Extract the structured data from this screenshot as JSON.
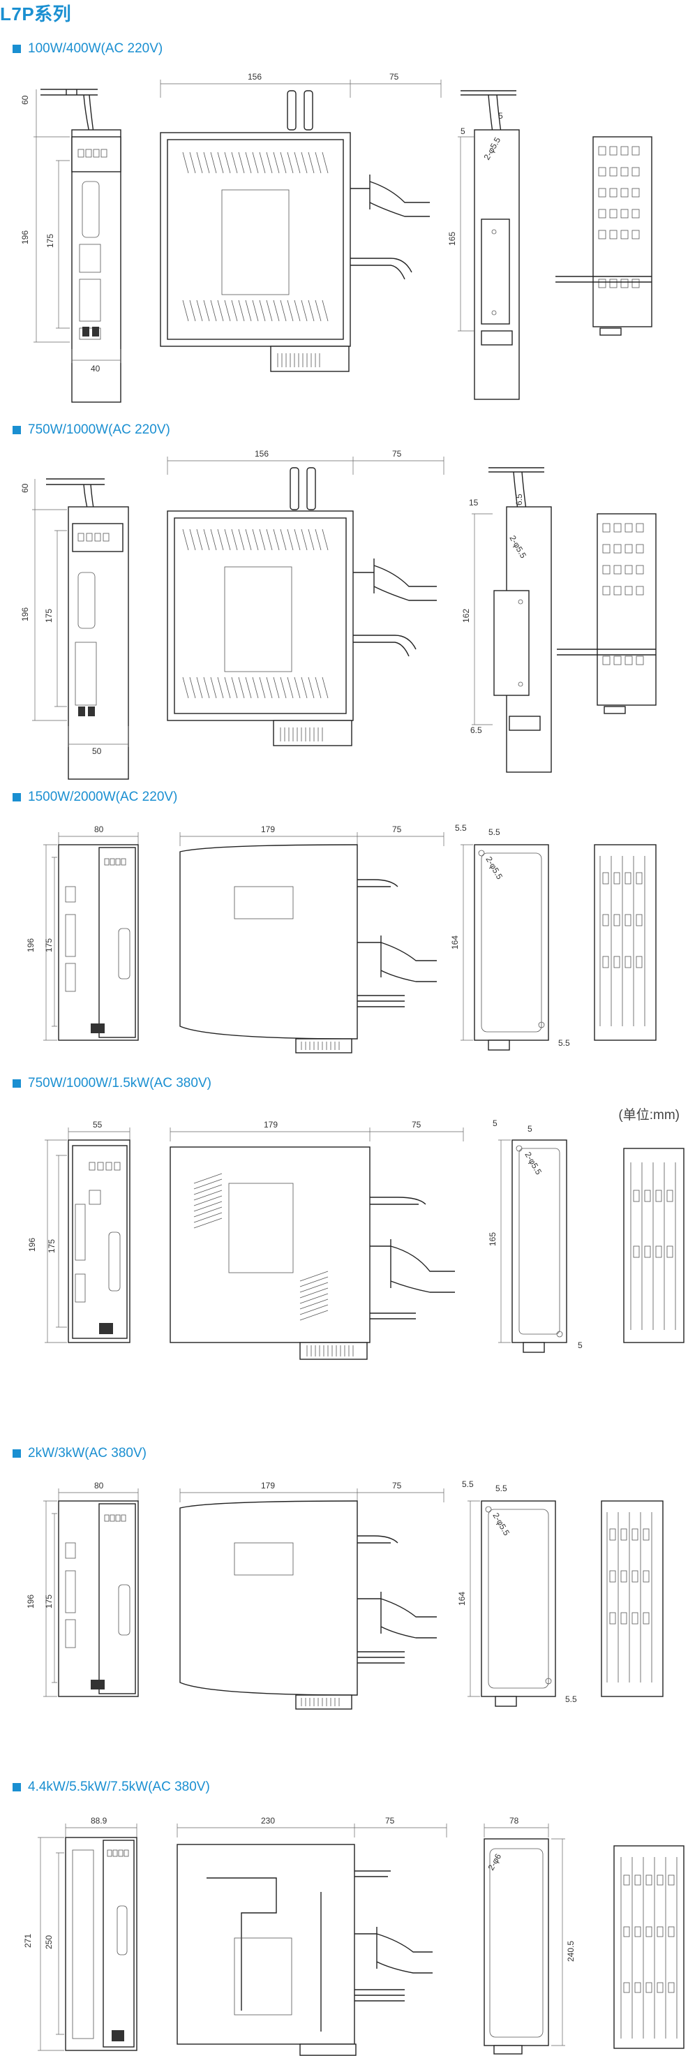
{
  "title": "L7P系列",
  "unit_note": "(单位:mm)",
  "sections": [
    {
      "heading": "100W/400W(AC 220V)",
      "dims": {
        "front_top": "60",
        "front_h": "196",
        "front_inner": "175",
        "front_w": "40",
        "side_w": "156",
        "side_ext": "75",
        "back_a": "5",
        "back_b": "5",
        "back_h": "165",
        "hole": "2-φ5.5"
      }
    },
    {
      "heading": "750W/1000W(AC 220V)",
      "dims": {
        "front_top": "60",
        "front_h": "196",
        "front_inner": "175",
        "front_w": "50",
        "side_w": "156",
        "side_ext": "75",
        "back_a": "15",
        "back_b": "6.5",
        "back_h": "162",
        "back_c": "6.5",
        "hole": "2-φ5.5"
      }
    },
    {
      "heading": "1500W/2000W(AC 220V)",
      "dims": {
        "front_w": "80",
        "front_h": "196",
        "front_inner": "175",
        "side_w": "179",
        "side_ext": "75",
        "back_a": "5.5",
        "back_b": "5.5",
        "back_h": "164",
        "back_c": "5.5",
        "hole": "2-φ5.5"
      }
    },
    {
      "heading": "750W/1000W/1.5kW(AC 380V)",
      "dims": {
        "front_w": "55",
        "front_h": "196",
        "front_inner": "175",
        "side_w": "179",
        "side_ext": "75",
        "back_a": "5",
        "back_b": "5",
        "back_h": "165",
        "back_c": "5",
        "hole": "2-φ5.5"
      }
    },
    {
      "heading": "2kW/3kW(AC 380V)",
      "dims": {
        "front_w": "80",
        "front_h": "196",
        "front_inner": "175",
        "side_w": "179",
        "side_ext": "75",
        "back_a": "5.5",
        "back_b": "5.5",
        "back_h": "164",
        "back_c": "5.5",
        "hole": "2-φ5.5"
      }
    },
    {
      "heading": "4.4kW/5.5kW/7.5kW(AC 380V)",
      "dims": {
        "front_w": "88.9",
        "front_h": "271",
        "front_inner": "250",
        "side_w": "230",
        "side_ext": "75",
        "back_w": "78",
        "back_h": "240.5",
        "hole": "2-φ6"
      }
    }
  ]
}
